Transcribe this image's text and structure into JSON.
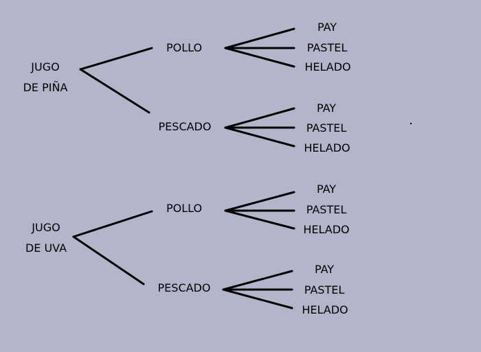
{
  "tree": {
    "colors": {
      "background": "#b4b4ca",
      "line": "#000000",
      "text": "#000000"
    },
    "roots": [
      {
        "line1": "JUGO",
        "line2": "DE PIÑA",
        "branches": [
          {
            "label": "POLLO",
            "leaves": [
              "PAY",
              "PASTEL",
              "HELADO"
            ]
          },
          {
            "label": "PESCADO",
            "leaves": [
              "PAY",
              "PASTEL",
              "HELADO"
            ]
          }
        ]
      },
      {
        "line1": "JUGO",
        "line2": "DE UVA",
        "branches": [
          {
            "label": "POLLO",
            "leaves": [
              "PAY",
              "PASTEL",
              "HELADO"
            ]
          },
          {
            "label": "PESCADO",
            "leaves": [
              "PAY",
              "PASTEL",
              "HELADO"
            ]
          }
        ]
      }
    ]
  }
}
